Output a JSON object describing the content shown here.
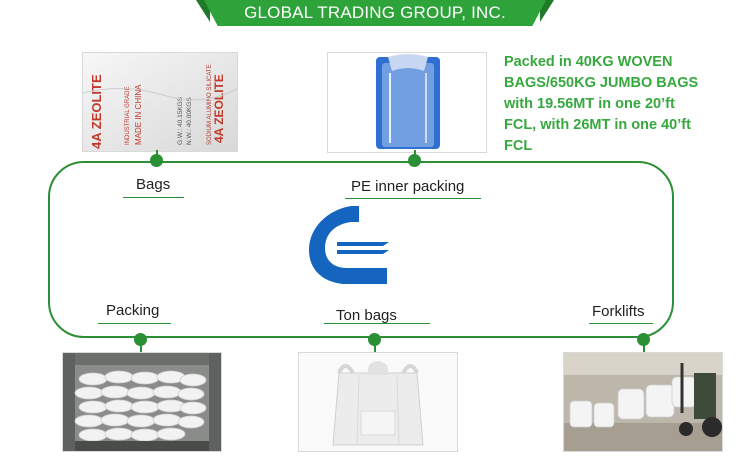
{
  "header": {
    "company": "GLOBAL TRADING GROUP, INC."
  },
  "description": {
    "lines": [
      "Packed in 40KG WOVEN",
      "BAGS/650KG JUMBO BAGS",
      "with 19.56MT in one 20’ft",
      "FCL, with 26MT in one 40’ft",
      "FCL"
    ]
  },
  "diagram": {
    "bags_label": "Bags",
    "pe_label": "PE inner packing",
    "packing_label": "Packing",
    "tonbags_label": "Ton  bags",
    "forklifts_label": "Forklifts"
  },
  "bag_print": {
    "product": "4A ZEOLITE",
    "sub": "SODIUM ALUMINO SILICATE",
    "weight1": "N.W.: 40.00KGS",
    "weight2": "G.W.: 40.15KGS",
    "origin": "MADE IN CHINA",
    "grade": "INDUSTRIAL GRADE"
  },
  "colors": {
    "brand_green": "#2ea33a",
    "frame_green": "#2b8f35",
    "text_green": "#36a83e",
    "logo_blue": "#1565c0"
  }
}
